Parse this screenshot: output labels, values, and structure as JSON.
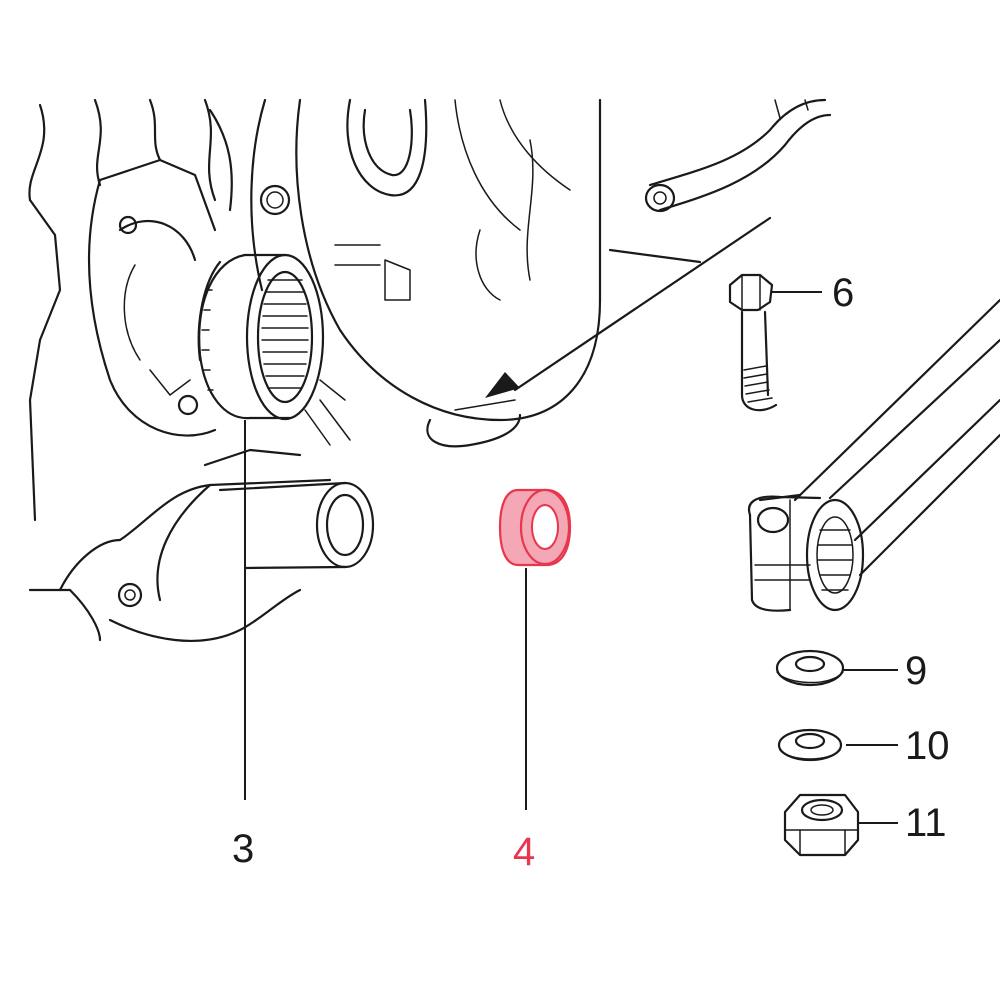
{
  "colors": {
    "line": "#1a1a1a",
    "highlight": "#e8364e",
    "highlight_fill": "#f4a7b4",
    "background": "#ffffff"
  },
  "callouts": [
    {
      "id": "3",
      "label": "3",
      "part": "needle-bearing",
      "highlighted": false
    },
    {
      "id": "4",
      "label": "4",
      "part": "spacer-bushing",
      "highlighted": true
    },
    {
      "id": "6",
      "label": "6",
      "part": "hex-bolt",
      "highlighted": false
    },
    {
      "id": "9",
      "label": "9",
      "part": "flat-washer",
      "highlighted": false
    },
    {
      "id": "10",
      "label": "10",
      "part": "spring-washer",
      "highlighted": false
    },
    {
      "id": "11",
      "label": "11",
      "part": "hex-nut",
      "highlighted": false
    }
  ]
}
